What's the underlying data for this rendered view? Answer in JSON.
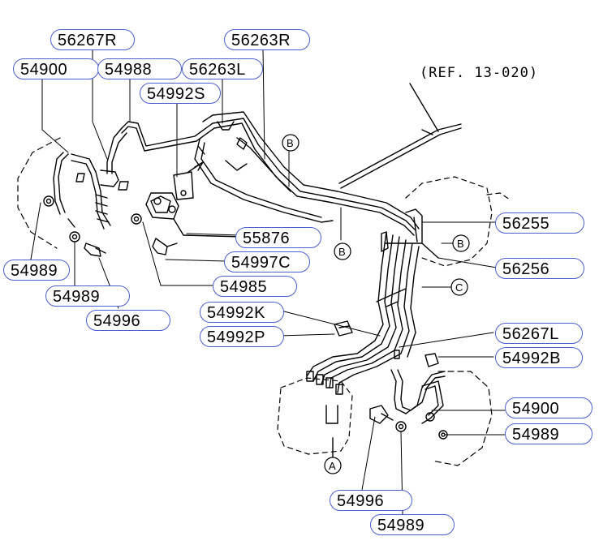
{
  "reference": "(REF. 13-020)",
  "part_callouts": [
    {
      "id": "c1",
      "text": "56267R"
    },
    {
      "id": "c2",
      "text": "56263R"
    },
    {
      "id": "c3",
      "text": "54900"
    },
    {
      "id": "c4",
      "text": "54988"
    },
    {
      "id": "c5",
      "text": "56263L"
    },
    {
      "id": "c6",
      "text": "54992S"
    },
    {
      "id": "c7",
      "text": "56255"
    },
    {
      "id": "c8",
      "text": "55876"
    },
    {
      "id": "c9",
      "text": "54997C"
    },
    {
      "id": "c10",
      "text": "56256"
    },
    {
      "id": "c11",
      "text": "54989"
    },
    {
      "id": "c12",
      "text": "54985"
    },
    {
      "id": "c13",
      "text": "54989"
    },
    {
      "id": "c14",
      "text": "54992K"
    },
    {
      "id": "c15",
      "text": "54996"
    },
    {
      "id": "c16",
      "text": "54992P"
    },
    {
      "id": "c17",
      "text": "56267L"
    },
    {
      "id": "c18",
      "text": "54992B"
    },
    {
      "id": "c19",
      "text": "54900"
    },
    {
      "id": "c20",
      "text": "54989"
    },
    {
      "id": "c21",
      "text": "54996"
    },
    {
      "id": "c22",
      "text": "54989"
    }
  ],
  "connection_markers": [
    "B",
    "B",
    "B",
    "C",
    "A"
  ]
}
